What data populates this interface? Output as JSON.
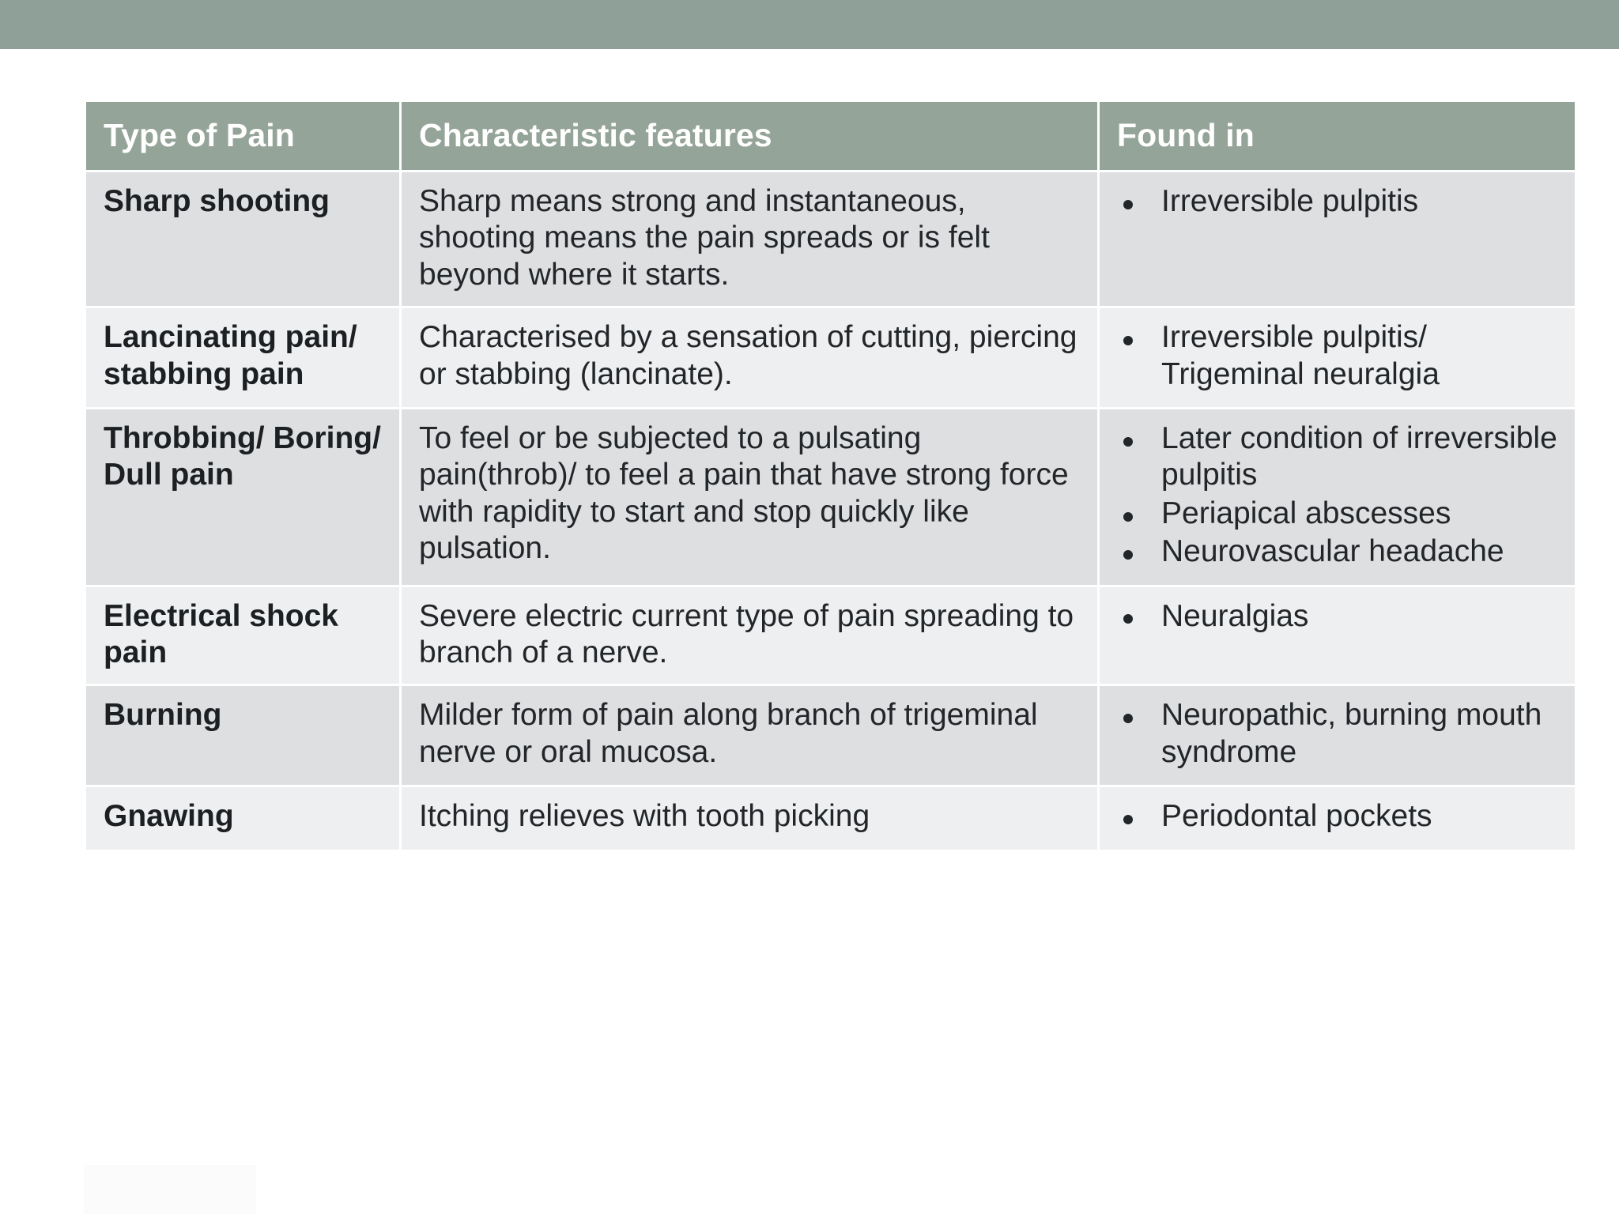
{
  "slide": {
    "top_band_color": "#8fa099",
    "header_bg_color": "#95a499",
    "row_band_a_color": "#dedfe1",
    "row_band_b_color": "#eeeff0",
    "text_color": "#232629",
    "header_text_color": "#ffffff"
  },
  "table": {
    "headers": {
      "col1": "Type of Pain",
      "col2": "Characteristic features",
      "col3": "Found in"
    },
    "rows": [
      {
        "type": "Sharp shooting",
        "features": "Sharp means strong and instantaneous, shooting means the pain spreads or is felt beyond where it starts.",
        "found_in": [
          "Irreversible pulpitis"
        ]
      },
      {
        "type": "Lancinating pain/ stabbing pain",
        "features": "Characterised by a sensation of cutting, piercing or stabbing (lancinate).",
        "found_in": [
          "Irreversible pulpitis/ Trigeminal neuralgia"
        ]
      },
      {
        "type": "Throbbing/ Boring/ Dull pain",
        "features": "To feel or be subjected to a pulsating pain(throb)/ to feel a pain that have strong force with rapidity to start and stop quickly like pulsation.",
        "found_in": [
          "Later condition of irreversible pulpitis",
          "Periapical abscesses",
          "Neurovascular headache"
        ]
      },
      {
        "type": "Electrical shock pain",
        "features": "Severe electric current type of pain spreading to branch of a nerve.",
        "found_in": [
          "Neuralgias"
        ]
      },
      {
        "type": "Burning",
        "features": "Milder form of pain along branch of trigeminal nerve or oral mucosa.",
        "found_in": [
          "Neuropathic, burning mouth syndrome"
        ]
      },
      {
        "type": "Gnawing",
        "features": "Itching relieves with tooth picking",
        "found_in": [
          "Periodontal pockets"
        ]
      }
    ]
  }
}
